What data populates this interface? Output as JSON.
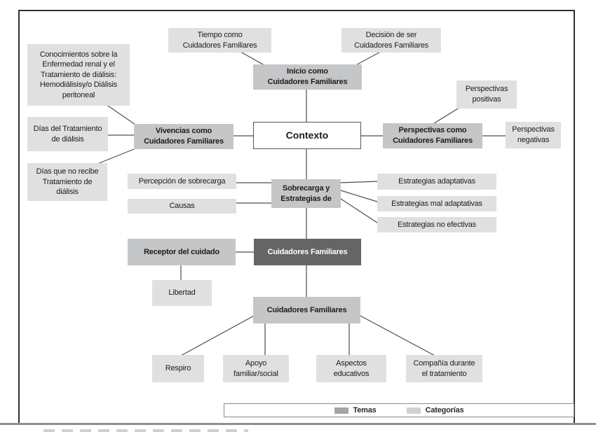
{
  "colors": {
    "categoria_fill": "#e0e0e1",
    "tema_fill": "#c5c6c8",
    "dark_fill": "#646567",
    "line": "#4d4e50",
    "temas_swatch": "#a4a5a7",
    "categorias_swatch": "#d0d1d2"
  },
  "nodes": {
    "conocimientos": {
      "label": "Conocimientos sobre la\nEnfermedad renal y el\nTratamiento de diálisis:\nHemodiálisisy/o Diálisis\nperitoneal"
    },
    "tiempo": {
      "label": "Tiempo como\nCuidadores Familiares"
    },
    "decision": {
      "label": "Decisión de ser\nCuidadores Familiares"
    },
    "inicio": {
      "label": "Inicio como\nCuidadores Familiares"
    },
    "dias_tratamiento": {
      "label": "Días del Tratamiento\nde diálisis"
    },
    "dias_no_recibe": {
      "label": "Días que no recibe\nTratamiento de\ndiálisis"
    },
    "vivencias": {
      "label": "Vivencias como\nCuidadores Familiares"
    },
    "contexto": {
      "label": "Contexto"
    },
    "perspectivas_como": {
      "label": "Perspectivas como\nCuidadores Familiares"
    },
    "perspectivas_positivas": {
      "label": "Perspectivas\npositivas"
    },
    "perspectivas_negativas": {
      "label": "Perspectivas\nnegativas"
    },
    "percepcion": {
      "label": "Percepción de sobrecarga"
    },
    "causas": {
      "label": "Causas"
    },
    "sobrecarga": {
      "label": "Sobrecarga y\nEstrategias de"
    },
    "estrategias_adaptativas": {
      "label": "Estrategias adaptativas"
    },
    "estrategias_mal": {
      "label": "Estrategias mal adaptativas"
    },
    "estrategias_no": {
      "label": "Estrategias no efectivas"
    },
    "receptor": {
      "label": "Receptor del cuidado"
    },
    "cuidadores_dark": {
      "label": "Cuidadores Familiares"
    },
    "libertad": {
      "label": "Libertad"
    },
    "cuidadores_bottom": {
      "label": "Cuidadores Familiares"
    },
    "respiro": {
      "label": "Respiro"
    },
    "apoyo": {
      "label": "Apoyo\nfamiliar/social"
    },
    "aspectos": {
      "label": "Aspectos\neducativos"
    },
    "compania": {
      "label": "Compañía durante\nel tratamiento"
    }
  },
  "legend": {
    "temas": "Temas",
    "categorias": "Categorías"
  }
}
